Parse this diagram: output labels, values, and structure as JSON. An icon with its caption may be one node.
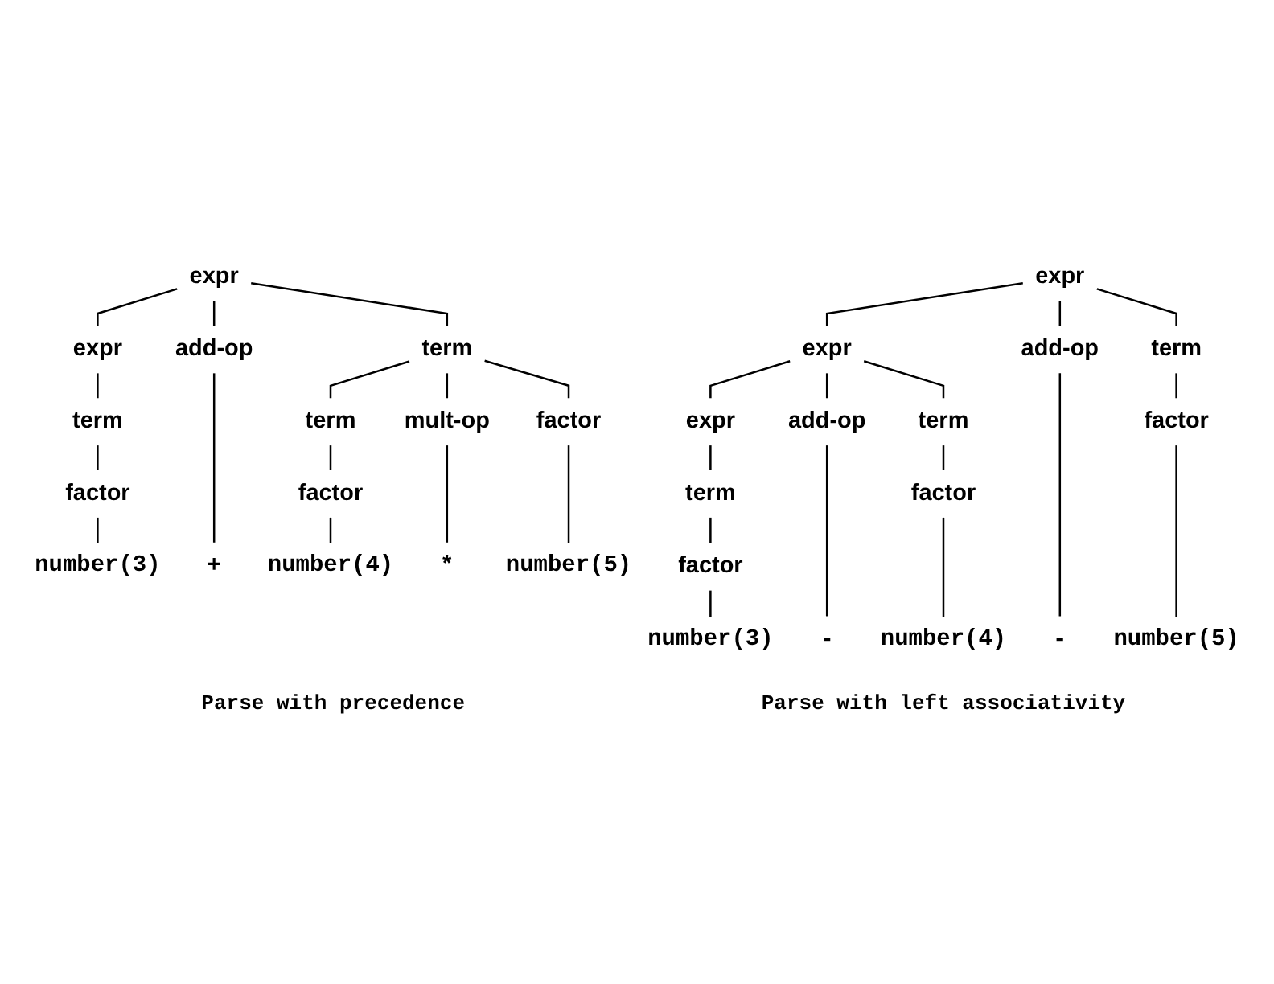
{
  "diagram": {
    "nodes": [
      {
        "text": [
          "expr"
        ]
      },
      {
        "text": [
          "expr"
        ]
      },
      {
        "text": [
          "add-op"
        ]
      },
      {
        "text": [
          "term"
        ]
      },
      {
        "text": [
          "term"
        ]
      },
      {
        "text": [
          "term"
        ]
      },
      {
        "text": [
          "mult-op"
        ]
      },
      {
        "text": [
          "factor"
        ]
      },
      {
        "text": [
          "factor"
        ]
      },
      {
        "text": [
          "factor"
        ]
      },
      {
        "text": [
          "number(3)"
        ]
      },
      {
        "text": [
          "+"
        ]
      },
      {
        "text": [
          "number(4)"
        ]
      },
      {
        "text": [
          "*"
        ]
      },
      {
        "text": [
          "number(5)"
        ]
      },
      {
        "text": [
          "expr"
        ]
      },
      {
        "text": [
          "expr"
        ]
      },
      {
        "text": [
          "add-op"
        ]
      },
      {
        "text": [
          "term"
        ]
      },
      {
        "text": [
          "expr"
        ]
      },
      {
        "text": [
          "add-op"
        ]
      },
      {
        "text": [
          "term"
        ]
      },
      {
        "text": [
          "factor"
        ]
      },
      {
        "text": [
          "term"
        ]
      },
      {
        "text": [
          "factor"
        ]
      },
      {
        "text": [
          "factor"
        ]
      },
      {
        "text": [
          "number(3)"
        ]
      },
      {
        "text": [
          "-"
        ]
      },
      {
        "text": [
          "number(4)"
        ]
      },
      {
        "text": [
          "-"
        ]
      },
      {
        "text": [
          "number(5)"
        ]
      }
    ],
    "edges": [
      {
        "from": 0,
        "to": 1,
        "arrow": "none"
      },
      {
        "from": 0,
        "to": 2,
        "arrow": "none"
      },
      {
        "from": 0,
        "to": 3,
        "arrow": "none"
      },
      {
        "from": 1,
        "to": 4,
        "arrow": "none"
      },
      {
        "from": 3,
        "to": 5,
        "arrow": "none"
      },
      {
        "from": 3,
        "to": 6,
        "arrow": "none"
      },
      {
        "from": 3,
        "to": 7,
        "arrow": "none"
      },
      {
        "from": 4,
        "to": 8,
        "arrow": "none"
      },
      {
        "from": 5,
        "to": 9,
        "arrow": "none"
      },
      {
        "from": 8,
        "to": 10,
        "arrow": "none"
      },
      {
        "from": 2,
        "to": 11,
        "arrow": "none"
      },
      {
        "from": 9,
        "to": 12,
        "arrow": "none"
      },
      {
        "from": 6,
        "to": 13,
        "arrow": "none"
      },
      {
        "from": 7,
        "to": 14,
        "arrow": "none"
      },
      {
        "from": 15,
        "to": 16,
        "arrow": "none"
      },
      {
        "from": 15,
        "to": 17,
        "arrow": "none"
      },
      {
        "from": 15,
        "to": 18,
        "arrow": "none"
      },
      {
        "from": 16,
        "to": 19,
        "arrow": "none"
      },
      {
        "from": 16,
        "to": 20,
        "arrow": "none"
      },
      {
        "from": 16,
        "to": 21,
        "arrow": "none"
      },
      {
        "from": 18,
        "to": 22,
        "arrow": "none"
      },
      {
        "from": 19,
        "to": 23,
        "arrow": "none"
      },
      {
        "from": 21,
        "to": 24,
        "arrow": "none"
      },
      {
        "from": 23,
        "to": 25,
        "arrow": "none"
      },
      {
        "from": 25,
        "to": 26,
        "arrow": "none"
      },
      {
        "from": 20,
        "to": 27,
        "arrow": "none"
      },
      {
        "from": 24,
        "to": 28,
        "arrow": "none"
      },
      {
        "from": 17,
        "to": 29,
        "arrow": "none"
      },
      {
        "from": 22,
        "to": 30,
        "arrow": "none"
      }
    ],
    "labels": [
      "Parse with precedence",
      "Parse with left associativity"
    ]
  }
}
